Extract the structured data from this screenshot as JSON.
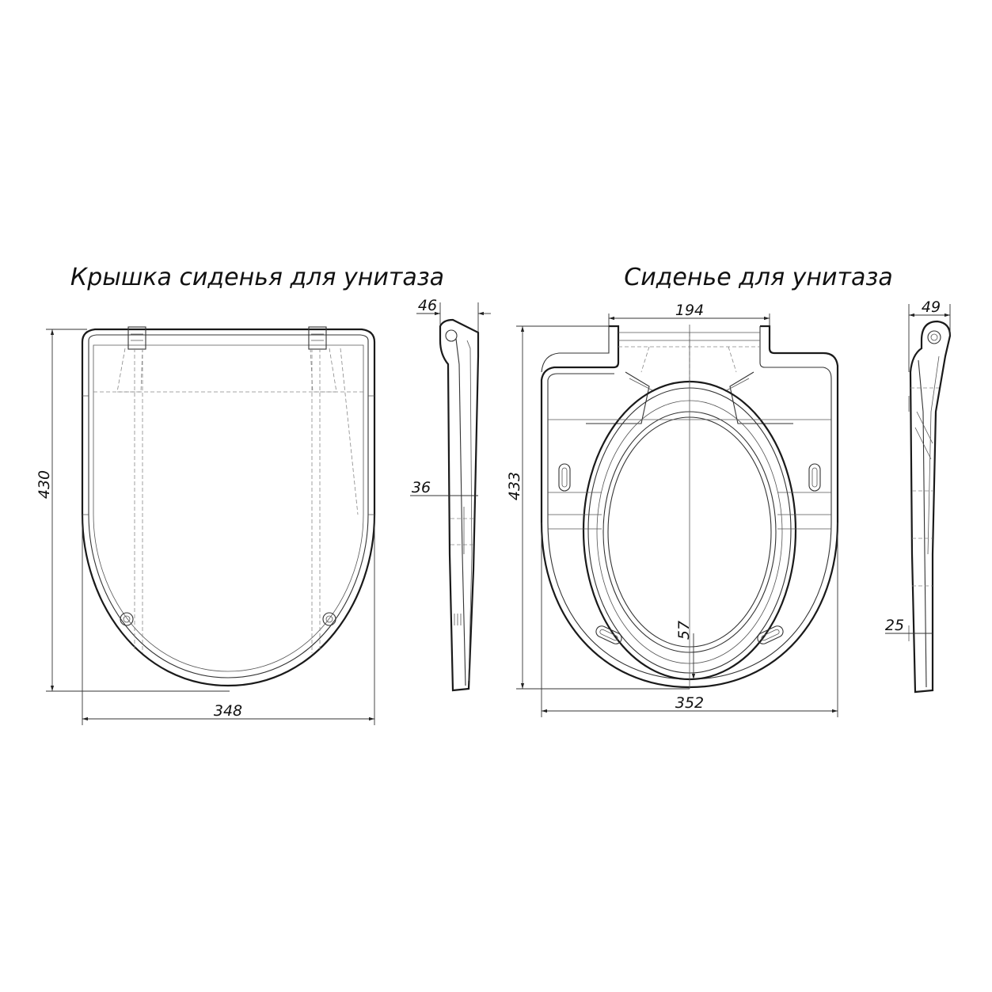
{
  "lid": {
    "title": "Крышка сиденья для унитаза",
    "dims": {
      "height": "430",
      "width": "348",
      "depth": "46",
      "thickness": "36"
    }
  },
  "seat": {
    "title": "Сиденье для унитаза",
    "dims": {
      "height": "433",
      "width": "352",
      "hinge_span": "194",
      "depth": "49",
      "ring_width": "57",
      "thickness": "25"
    }
  }
}
